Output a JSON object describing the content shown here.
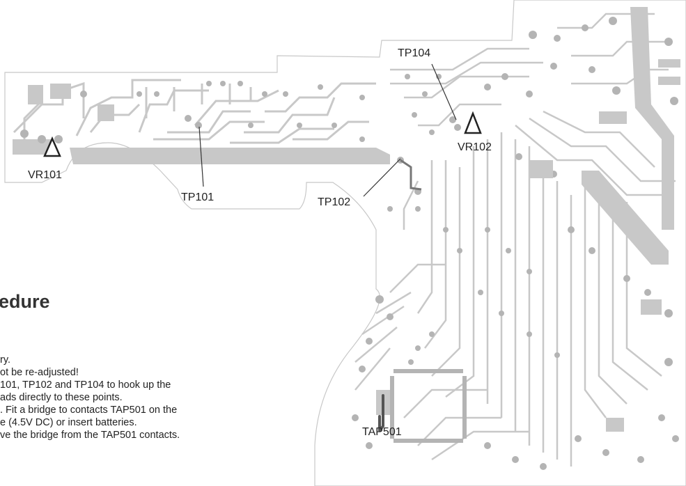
{
  "labels": {
    "tp104": "TP104",
    "vr102": "VR102",
    "vr101": "VR101",
    "tp101": "TP101",
    "tp102": "TP102",
    "tap501": "TAP501"
  },
  "heading": "edure",
  "procedure_lines": [
    "ry.",
    "ot be re-adjusted!",
    "101, TP102 and TP104 to hook up the",
    "ads directly to these points.",
    ". Fit a bridge to contacts TAP501 on the",
    "e (4.5V DC) or insert batteries.",
    "ve the bridge from the TAP501 contacts."
  ],
  "colors": {
    "board": "#c8c8c8",
    "pad": "#b4b4b4",
    "bridge": "#555555",
    "text": "#222222"
  }
}
